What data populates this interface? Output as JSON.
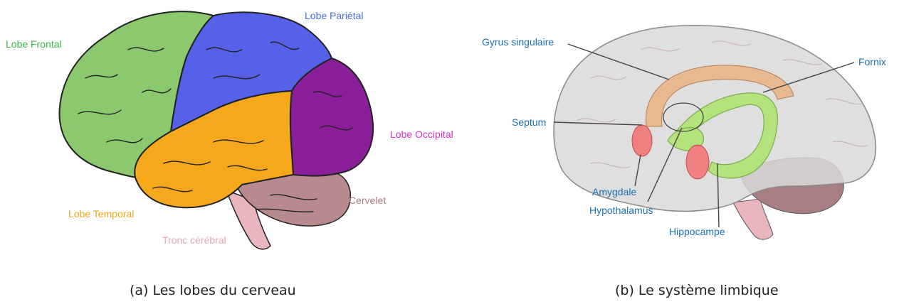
{
  "colors": {
    "frontal": "#8cc96e",
    "parietal": "#5660e8",
    "temporal": "#f5a81c",
    "occipital": "#8b1f9a",
    "cerebellum": "#b78b8d",
    "brainstem": "#e9b5bf",
    "label_blue": "#1a6fb5",
    "gray_brain": "#d9d9d9",
    "cingulate": "#e8b98e",
    "limbic_green": "#b4e37e",
    "amygdala": "#f08080"
  },
  "panel_a": {
    "labels": {
      "frontal": "Lobe Frontal",
      "parietal": "Lobe Pariétal",
      "occipital": "Lobe Occipital",
      "temporal": "Lobe Temporal",
      "cerebellum": "Cervelet",
      "brainstem": "Tronc cérébral"
    },
    "caption": "(a) Les lobes du cerveau"
  },
  "panel_b": {
    "labels": {
      "cingulate": "Gyrus singulaire",
      "fornix": "Fornix",
      "septum": "Septum",
      "amygdala": "Amygdale",
      "hypothalamus": "Hypothalamus",
      "hippocampus": "Hippocampe"
    },
    "caption": "(b) Le système limbique"
  }
}
